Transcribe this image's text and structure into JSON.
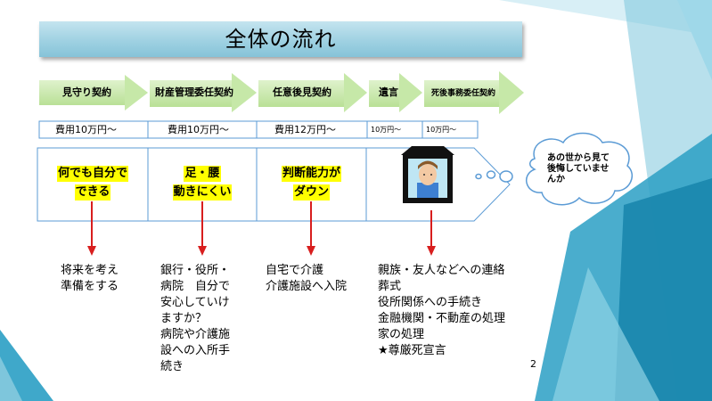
{
  "title": "全体の流れ",
  "stages": [
    {
      "label": "見守り契約",
      "cost": "費用10万円～",
      "highlight": [
        "何でも自分で",
        "できる"
      ],
      "description": [
        "将来を考え",
        "準備をする"
      ]
    },
    {
      "label": "財産管理委任契約",
      "cost": "費用10万円～",
      "highlight": [
        "足・腰",
        "動きにくい"
      ],
      "description": [
        "銀行・役所・",
        "病院　自分で",
        "安心していけ",
        "ますか？",
        "病院や介護施",
        "設への入所手",
        "続き"
      ]
    },
    {
      "label": "任意後見契約",
      "cost": "費用12万円～",
      "highlight": [
        "判断能力が",
        "ダウン"
      ],
      "description": [
        "自宅で介護",
        "介護施設へ入院"
      ]
    },
    {
      "label": "遺言",
      "cost": "10万円～",
      "description": [
        "親族・友人などへの連絡",
        "葬式",
        "役所関係への手続き",
        "金融機関・不動産の処理",
        "家の処理",
        "★尊厳死宣言"
      ]
    },
    {
      "label": "死後事務委任契約",
      "cost": "10万円～"
    }
  ],
  "bubble": [
    "あの世から見て",
    "後悔していませ",
    "んか"
  ],
  "page_number": "2",
  "colors": {
    "arrow_fill": "#c6e8a8",
    "table_border": "#5b9bd5",
    "highlight": "#ffff00",
    "down_arrow": "#d81e1e",
    "bubble_border": "#5b9bd5",
    "decor_teal": "#1f9fbf"
  }
}
